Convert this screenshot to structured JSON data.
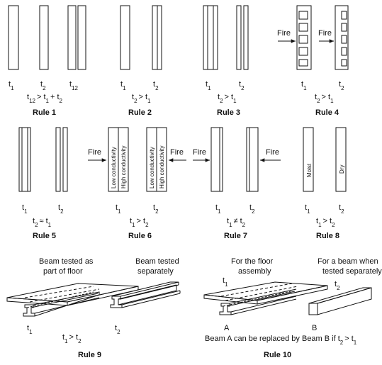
{
  "rules": [
    {
      "title": "Rule 1",
      "labels": [
        "t",
        "t",
        "t"
      ],
      "subs": [
        "1",
        "2",
        "12"
      ],
      "formula": "t12 > t1 + t2"
    },
    {
      "title": "Rule 2",
      "labels": [
        "t",
        "t"
      ],
      "subs": [
        "1",
        "2"
      ],
      "formula": "t2 > t1"
    },
    {
      "title": "Rule 3",
      "labels": [
        "t",
        "t"
      ],
      "subs": [
        "1",
        "2"
      ],
      "formula": "t2 > t1"
    },
    {
      "title": "Rule 4",
      "labels": [
        "t",
        "t"
      ],
      "subs": [
        "1",
        "2"
      ],
      "formula": "t2 > t1",
      "fire": "Fire"
    },
    {
      "title": "Rule 5",
      "labels": [
        "t",
        "t"
      ],
      "subs": [
        "1",
        "2"
      ],
      "formula": "t2 ≈ t1"
    },
    {
      "title": "Rule 6",
      "labels": [
        "t",
        "t"
      ],
      "subs": [
        "1",
        "2"
      ],
      "formula": "t1 > t2",
      "fire": "Fire",
      "layers": [
        "Low conductivity",
        "High conductivity"
      ]
    },
    {
      "title": "Rule 7",
      "labels": [
        "t",
        "t"
      ],
      "subs": [
        "1",
        "2"
      ],
      "formula": "t1 ≠ t2",
      "fire": "Fire"
    },
    {
      "title": "Rule 8",
      "labels": [
        "t",
        "t"
      ],
      "subs": [
        "1",
        "2"
      ],
      "formula": "t1 > t2",
      "moist": "Moist",
      "dry": "Dry"
    },
    {
      "title": "Rule 9",
      "caption_left": [
        "Beam tested as",
        "part of floor"
      ],
      "caption_right": [
        "Beam tested",
        "separately"
      ],
      "formula": "t1 > t2"
    },
    {
      "title": "Rule 10",
      "caption_left": [
        "For the floor",
        "assembly"
      ],
      "caption_right": [
        "For a beam when",
        "tested separately"
      ],
      "beam_a": "A",
      "beam_b": "B",
      "statement": "Beam A can be replaced by Beam B if t2 > t1"
    }
  ]
}
